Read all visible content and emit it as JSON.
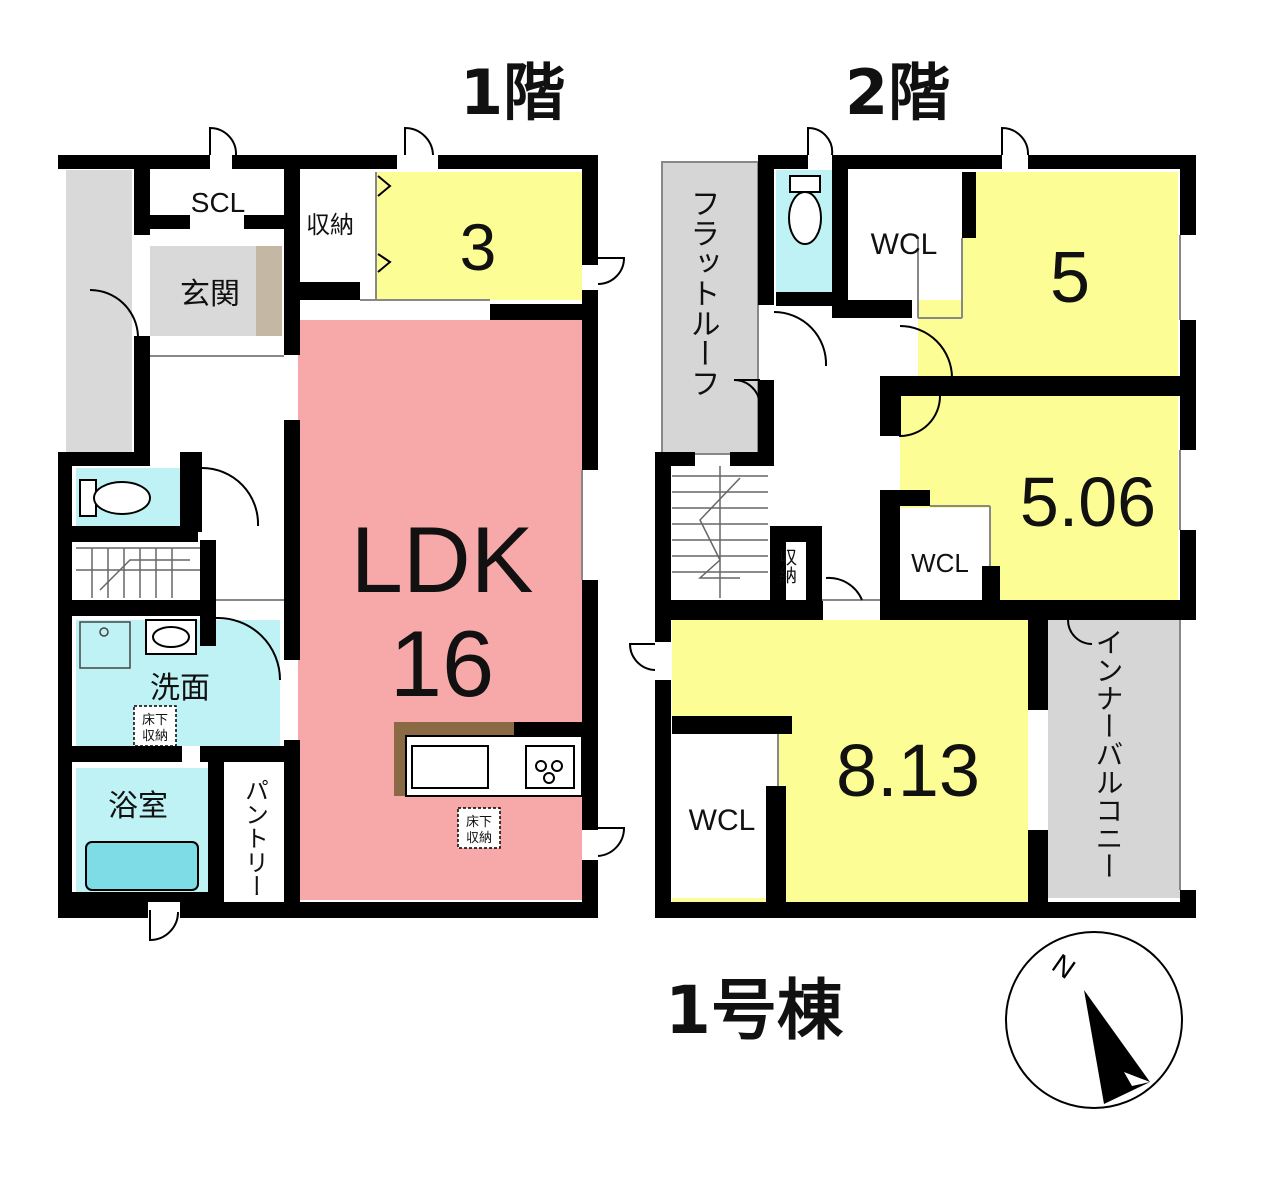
{
  "building_label": "1号棟",
  "floor1": {
    "title": "1階",
    "rooms": {
      "scl": "SCL",
      "storage": "収納",
      "room_3": "3",
      "entrance": "玄関",
      "ldk_line1": "LDK",
      "ldk_line2": "16",
      "washroom": "洗面",
      "underfloor_storage_1": "床下",
      "underfloor_storage_2": "収納",
      "bathroom": "浴室",
      "pantry": "パントリー",
      "kitchen_underfloor_1": "床下",
      "kitchen_underfloor_2": "収納"
    }
  },
  "floor2": {
    "title": "2階",
    "rooms": {
      "flat_roof": "フラットルーフ",
      "wcl_a": "WCL",
      "room_5": "5",
      "room_506": "5.06",
      "wcl_b": "WCL",
      "storage": "収納",
      "room_813": "8.13",
      "wcl_c": "WCL",
      "inner_balcony": "インナーバルコニー"
    }
  },
  "compass": {
    "north_label": "N"
  },
  "colors": {
    "wall": "#000000",
    "ldk": "#f7a8a8",
    "bedroom": "#fdfd96",
    "water": "#bff2f5",
    "grey_area": "#d6d6d6",
    "entrance_floor": "#d9d9d9",
    "entrance_step": "#c4b7a4",
    "kitchen_counter": "#8a6a45"
  }
}
